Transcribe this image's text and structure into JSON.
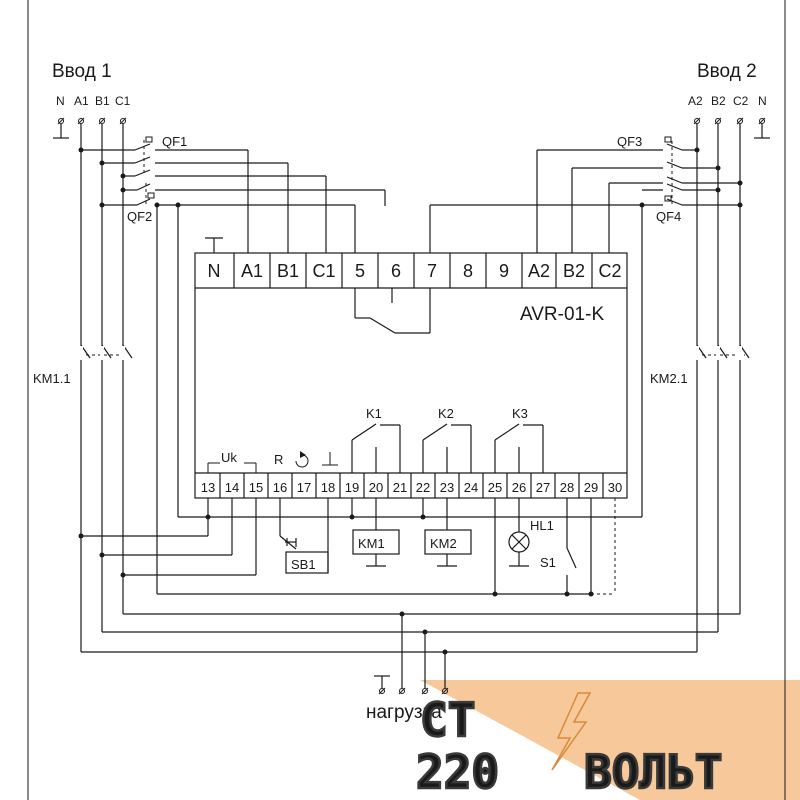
{
  "inputs": {
    "input1_title": "Ввод 1",
    "input2_title": "Ввод 2",
    "input1_phases": [
      "N",
      "A1",
      "B1",
      "C1"
    ],
    "input2_phases": [
      "A2",
      "B2",
      "C2",
      "N"
    ]
  },
  "breakers": {
    "qf1": "QF1",
    "qf2": "QF2",
    "qf3": "QF3",
    "qf4": "QF4"
  },
  "contactors": {
    "km1_1": "KM1.1",
    "km2_1": "KM2.1"
  },
  "device": {
    "model": "AVR-01-K",
    "top_terminals": [
      "N",
      "A1",
      "B1",
      "C1",
      "5",
      "6",
      "7",
      "8",
      "9",
      "A2",
      "B2",
      "C2"
    ],
    "bottom_terminals": [
      "13",
      "14",
      "15",
      "16",
      "17",
      "18",
      "19",
      "20",
      "21",
      "22",
      "23",
      "24",
      "25",
      "26",
      "27",
      "28",
      "29",
      "30"
    ],
    "uk_label": "Uk",
    "reset_label": "R",
    "relays": [
      "K1",
      "K2",
      "K3"
    ]
  },
  "external": {
    "sb1": "SB1",
    "km1_coil": "KM1",
    "km2_coil": "KM2",
    "lamp": "HL1",
    "switch": "S1",
    "load": "нагрузка"
  },
  "watermark": {
    "line1": "СТ",
    "line2a": "220",
    "line2b": "ВОЛЬТ",
    "color_accent": "#f6c89a"
  }
}
